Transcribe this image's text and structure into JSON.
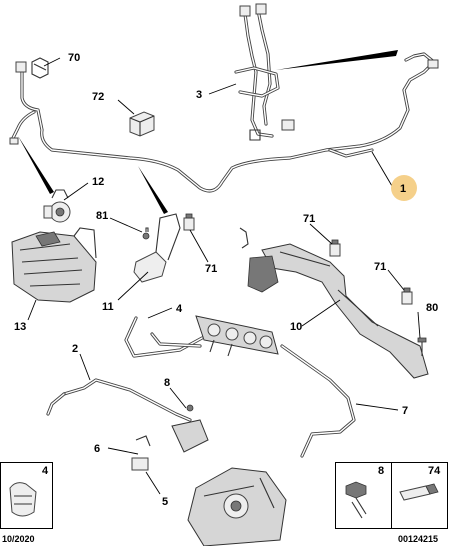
{
  "callouts": {
    "c1": "1",
    "c2": "2",
    "c3": "3",
    "c4": "4",
    "c5": "5",
    "c6": "6",
    "c7": "7",
    "c8": "8",
    "c10": "10",
    "c11": "11",
    "c12": "12",
    "c13": "13",
    "c70": "70",
    "c71a": "71",
    "c71b": "71",
    "c71c": "71",
    "c72": "72",
    "c80": "80",
    "c81": "81"
  },
  "highlight_color": "#f5d08a",
  "inset_boxes": {
    "box4_label": "4",
    "box8_label": "8",
    "box74_label": "74"
  },
  "footer": {
    "date": "10/2020",
    "code": "00124215"
  }
}
